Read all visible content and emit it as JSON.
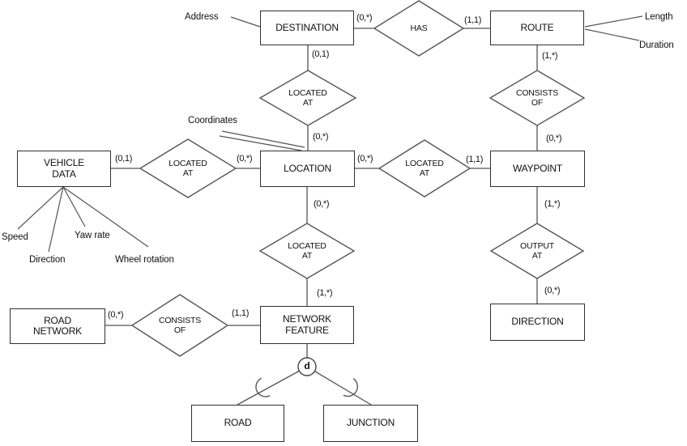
{
  "entities": {
    "destination": {
      "label": "DESTINATION"
    },
    "route": {
      "label": "ROUTE"
    },
    "vehicle_data": {
      "line1": "VEHICLE",
      "line2": "DATA"
    },
    "location": {
      "label": "LOCATION"
    },
    "waypoint": {
      "label": "WAYPOINT"
    },
    "road_network": {
      "line1": "ROAD",
      "line2": "NETWORK"
    },
    "network_feature": {
      "line1": "NETWORK",
      "line2": "FEATURE"
    },
    "direction": {
      "label": "DIRECTION"
    },
    "road": {
      "label": "ROAD"
    },
    "junction": {
      "label": "JUNCTION"
    }
  },
  "relationships": {
    "has": {
      "label": "HAS"
    },
    "located_at_destination": {
      "line1": "LOCATED",
      "line2": "AT"
    },
    "consists_of_route": {
      "line1": "CONSISTS",
      "line2": "OF"
    },
    "located_at_vehicle": {
      "line1": "LOCATED",
      "line2": "AT"
    },
    "located_at_waypoint": {
      "line1": "LOCATED",
      "line2": "AT"
    },
    "located_at_network": {
      "line1": "LOCATED",
      "line2": "AT"
    },
    "output_at": {
      "line1": "OUTPUT",
      "line2": "AT"
    },
    "consists_of_network": {
      "line1": "CONSISTS",
      "line2": "OF"
    }
  },
  "attributes": {
    "address": "Address",
    "length": "Length",
    "duration": "Duration",
    "coordinates": "Coordinates",
    "speed": "Speed",
    "direction": "Direction",
    "yaw_rate": "Yaw rate",
    "wheel_rotation": "Wheel rotation"
  },
  "cardinalities": {
    "destination_has": "(0,*)",
    "has_route": "(1,1)",
    "destination_located_at": "(0,1)",
    "route_consists_of": "(1,*)",
    "located_at_location_top": "(0,*)",
    "consists_of_waypoint": "(0,*)",
    "vehicle_data_located_at": "(0,1)",
    "located_at_location_left": "(0,*)",
    "location_located_at_mid": "(0,*)",
    "located_at_waypoint_right": "(1,1)",
    "location_located_at_bottom": "(0,*)",
    "waypoint_output_at": "(1,*)",
    "located_at_network_feature": "(1,*)",
    "output_at_direction": "(0,*)",
    "road_network_consists_of": "(0,*)",
    "consists_of_network_feature": "(1,1)"
  },
  "specialization": {
    "label": "d"
  },
  "colors": {
    "line": "#555555",
    "box_border": "#2f2f2f",
    "text": "#111111",
    "background": "#ffffff"
  }
}
